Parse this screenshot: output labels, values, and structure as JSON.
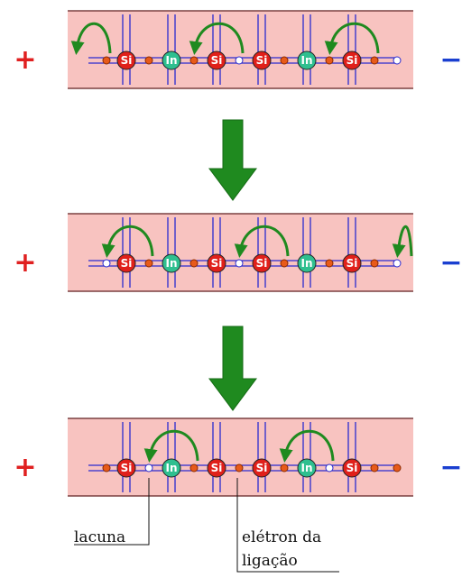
{
  "signs": {
    "positive": "+",
    "negative": "−"
  },
  "colors": {
    "band": "#f8c3c0",
    "band_border": "#7a4040",
    "bond_line": "#2a2acf",
    "si_atom": "#e0201a",
    "in_atom": "#2fbf8f",
    "electron": "#e85a1a",
    "hole": "#ffffff",
    "arrow_green": "#1f8a1f",
    "plus": "#e02020",
    "minus": "#1a3fd0"
  },
  "panels": [
    {
      "atoms": [
        "Si",
        "In",
        "Si",
        "Si",
        "In",
        "Si"
      ],
      "gaps": [
        "electron",
        "electron",
        "hole",
        "electron",
        "electron",
        "electron",
        "hole"
      ],
      "leading": "electron",
      "trailing": "hole",
      "hops": [
        {
          "from_gap": "start",
          "to_gap": "start-left"
        },
        {
          "from_gap": 2,
          "to_gap": 1
        },
        {
          "from_gap": 5,
          "to_gap": 4
        }
      ]
    },
    {
      "atoms": [
        "Si",
        "In",
        "Si",
        "Si",
        "In",
        "Si"
      ],
      "gaps": [
        "electron",
        "electron",
        "hole",
        "electron",
        "electron",
        "electron",
        "hole"
      ],
      "leading": "hole",
      "trailing": "hole",
      "hops": [
        {
          "from_gap": 0,
          "to_gap": "start"
        },
        {
          "from_gap": 3,
          "to_gap": 2
        },
        {
          "from_gap": "end",
          "to_gap": 6
        }
      ]
    },
    {
      "atoms": [
        "Si",
        "In",
        "Si",
        "Si",
        "In",
        "Si"
      ],
      "gaps": [
        "hole",
        "electron",
        "electron",
        "electron",
        "hole",
        "electron",
        "electron"
      ],
      "leading": "electron",
      "trailing": "electron",
      "hops": [
        {
          "from_gap": 1,
          "to_gap": 0
        },
        {
          "from_gap": 4,
          "to_gap": 3
        }
      ]
    }
  ],
  "labels": {
    "hole": "lacuna",
    "bond_electron_line1": "elétron da",
    "bond_electron_line2": "ligação"
  }
}
